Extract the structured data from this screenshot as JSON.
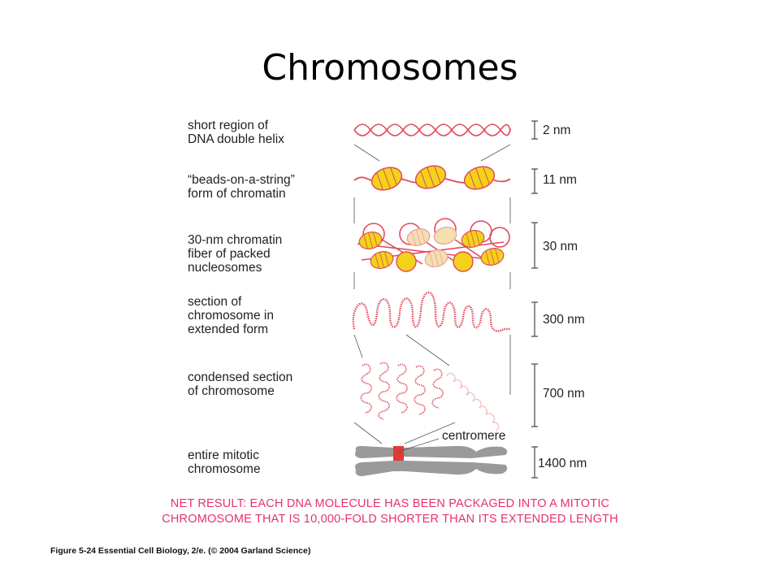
{
  "title": "Chromosomes",
  "levels": [
    {
      "label": "short region of\nDNA double helix",
      "size": "2 nm"
    },
    {
      "label": "“beads-on-a-string”\nform of chromatin",
      "size": "11 nm"
    },
    {
      "label": "30-nm chromatin\nfiber of packed\nnucleosomes",
      "size": "30 nm"
    },
    {
      "label": "section of\nchromosome in\nextended form",
      "size": "300 nm"
    },
    {
      "label": "condensed section\nof chromosome",
      "size": "700 nm"
    },
    {
      "label": "entire mitotic\nchromosome",
      "size": "1400 nm"
    }
  ],
  "centromere_label": "centromere",
  "net_result": {
    "line1": "NET RESULT: EACH DNA MOLECULE HAS BEEN PACKAGED INTO A MITOTIC",
    "line2": "CHROMOSOME THAT IS 10,000-FOLD SHORTER THAN ITS EXTENDED LENGTH"
  },
  "caption": "Figure 5-24   Essential Cell Biology, 2/e. (© 2004 Garland Science)",
  "colors": {
    "dna": "#e24a5a",
    "bead": "#f2d21a",
    "bead_pale": "#f5deb0",
    "chromosome": "#9a9a9a",
    "centromere": "#e03a3a",
    "net_text": "#e8306e"
  }
}
